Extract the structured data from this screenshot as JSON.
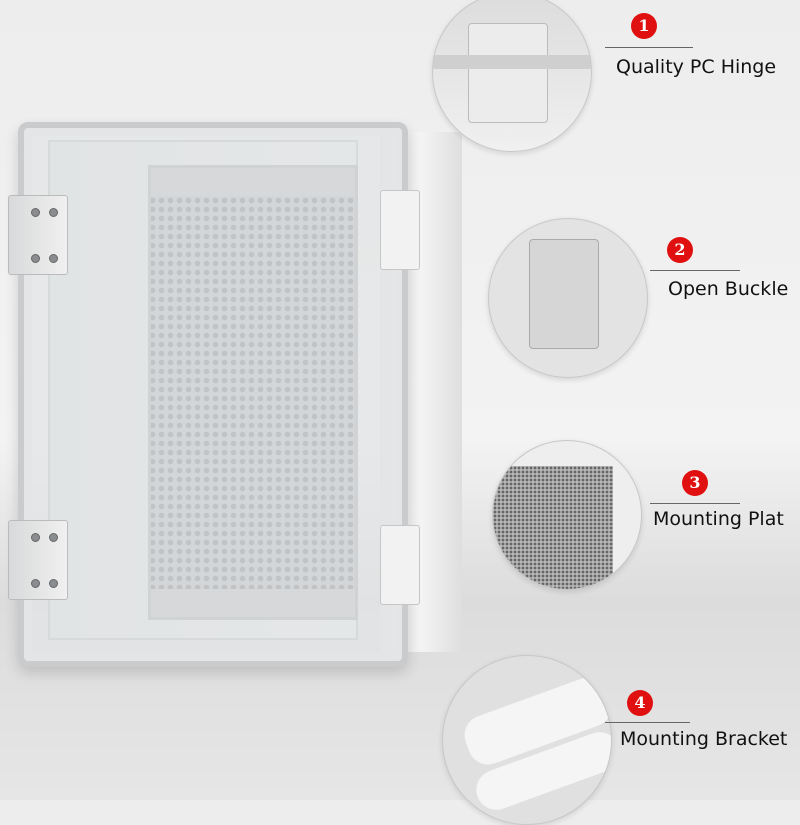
{
  "callouts": [
    {
      "number": "1",
      "label": "Quality PC Hinge"
    },
    {
      "number": "2",
      "label": "Open Buckle"
    },
    {
      "number": "3",
      "label": "Mounting Plat"
    },
    {
      "number": "4",
      "label": "Mounting Bracket"
    }
  ],
  "colors": {
    "badge": "#e01010"
  }
}
